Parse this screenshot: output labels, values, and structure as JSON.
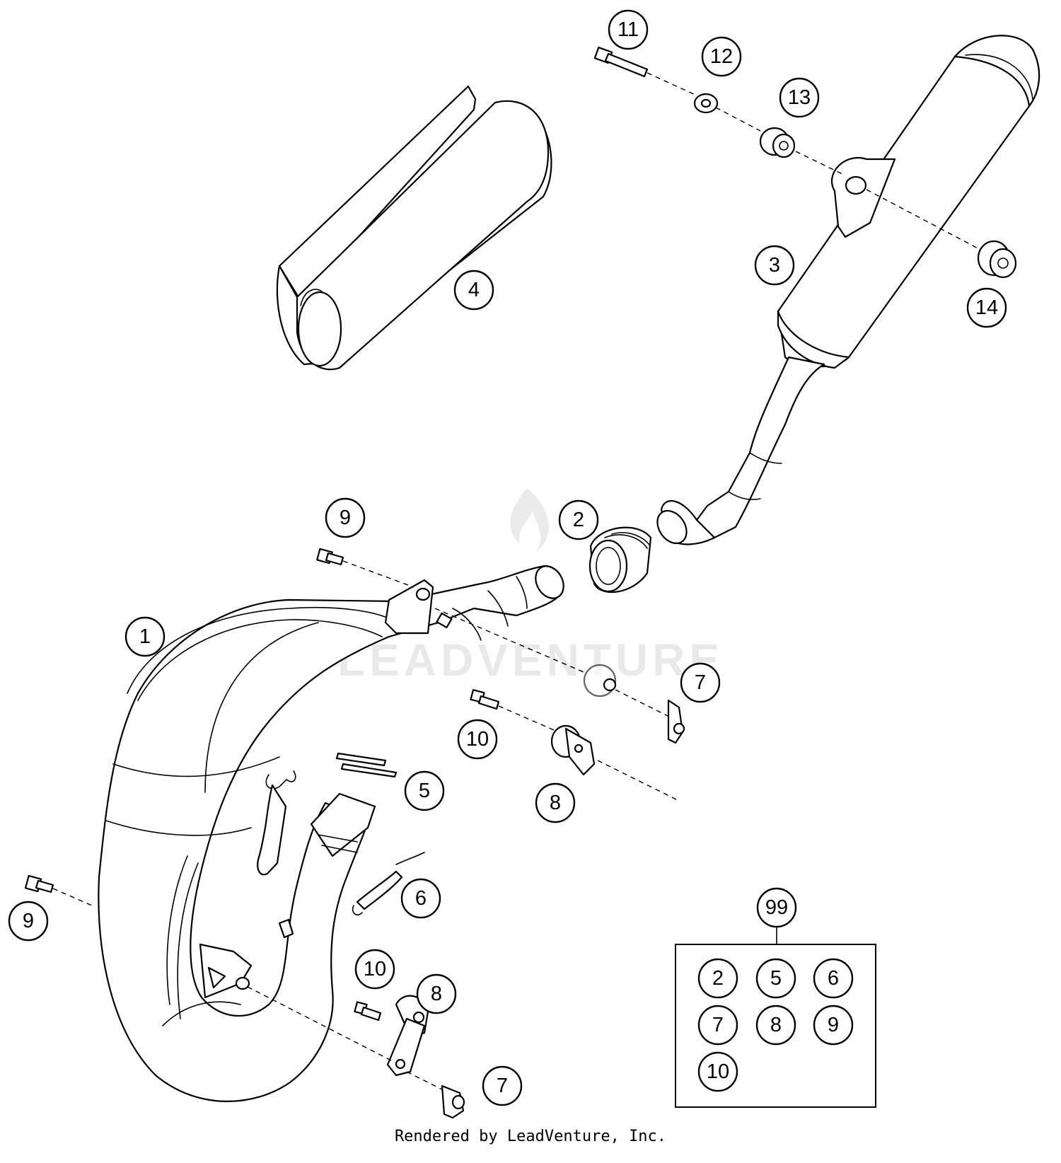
{
  "diagram": {
    "watermark": "LEADVENTURE",
    "credit": "Rendered by LeadVenture, Inc.",
    "callouts": [
      {
        "id": "11",
        "label": "11"
      },
      {
        "id": "12",
        "label": "12"
      },
      {
        "id": "13",
        "label": "13"
      },
      {
        "id": "4",
        "label": "4"
      },
      {
        "id": "3",
        "label": "3"
      },
      {
        "id": "14",
        "label": "14"
      },
      {
        "id": "9a",
        "label": "9"
      },
      {
        "id": "2",
        "label": "2"
      },
      {
        "id": "1",
        "label": "1"
      },
      {
        "id": "7a",
        "label": "7"
      },
      {
        "id": "10a",
        "label": "10"
      },
      {
        "id": "5",
        "label": "5"
      },
      {
        "id": "8a",
        "label": "8"
      },
      {
        "id": "6",
        "label": "6"
      },
      {
        "id": "9b",
        "label": "9"
      },
      {
        "id": "10b",
        "label": "10"
      },
      {
        "id": "8b",
        "label": "8"
      },
      {
        "id": "7b",
        "label": "7"
      }
    ],
    "kit": {
      "label": "99",
      "items": [
        "2",
        "5",
        "6",
        "7",
        "8",
        "9",
        "10"
      ]
    }
  }
}
